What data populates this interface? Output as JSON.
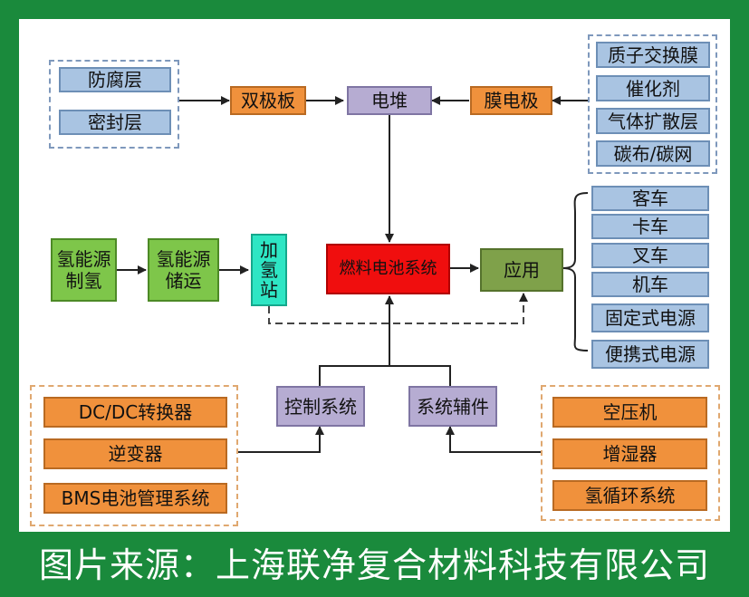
{
  "nodes": {
    "fangfuceng": "防腐层",
    "mifengceng": "密封层",
    "shuangjiban": "双极板",
    "diandui": "电堆",
    "modianji": "膜电极",
    "zhiziyi": "质子交换膜",
    "cuihuaji": "催化剂",
    "qitikuosan": "气体扩散层",
    "tanbu": "碳布/碳网",
    "qinzhiqing": "氢能源\n制氢",
    "qinchuyun": "氢能源\n储运",
    "jiaqingzhan": "加\n氢\n站",
    "ranliao": "燃料电池系统",
    "yingyong": "应用",
    "keche": "客车",
    "kache": "卡车",
    "chache": "叉车",
    "jiche": "机车",
    "gudingshi": "固定式电源",
    "bianxieshi": "便携式电源",
    "kongzhi": "控制系统",
    "xitongfujian": "系统辅件",
    "dcdc": "DC/DC转换器",
    "nibianqi": "逆变器",
    "bms": "BMS电池管理系统",
    "kongyaji": "空压机",
    "zengshiqi": "增湿器",
    "qingxunhuan": "氢循环系统"
  },
  "footer": "图片来源：上海联净复合材料科技有限公司",
  "colors": {
    "frame": "#1a8a3c",
    "blue_box": "#a9c4e2",
    "orange_box": "#f0913c",
    "purple_box": "#b6acd2",
    "green_box": "#7ec64a",
    "olive_box": "#7fa14a",
    "red_box": "#f00e0e",
    "cyan_box": "#2ee6c4"
  }
}
